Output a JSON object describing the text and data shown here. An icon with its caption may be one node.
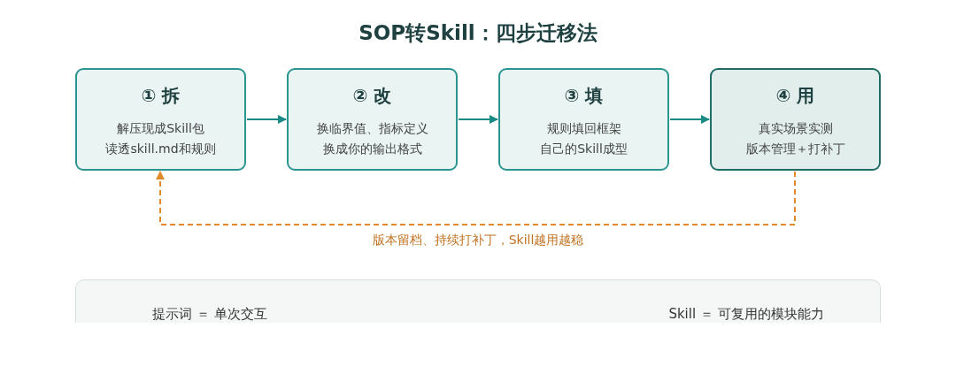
{
  "diagram": {
    "title": "SOP转Skill：四步迁移法",
    "nodes": [
      {
        "text": [
          "① 拆",
          "解压现成Skill包读透skill.md和规则"
        ]
      },
      {
        "text": [
          "② 改",
          "换临界值、指标定义换成你的输出格式"
        ]
      },
      {
        "text": [
          "③ 填",
          "规则填回框架自己的Skill成型"
        ]
      },
      {
        "text": [
          "④ 用",
          "真实场景实测版本管理＋打补丁"
        ]
      }
    ],
    "edges": [
      {
        "from": 0,
        "to": 1,
        "arrow": "to"
      },
      {
        "from": 1,
        "to": 2,
        "arrow": "to"
      },
      {
        "from": 2,
        "to": 3,
        "arrow": "to"
      },
      {
        "from": 3,
        "to": 0,
        "arrow": "to",
        "style": "dashed",
        "color": "#e08a2a",
        "label": "版本留档、持续打补丁，Skill越用越稳"
      }
    ],
    "labels": [
      "提示词 ＝ 单次交互",
      "Skill ＝ 可复用的模块能力"
    ]
  }
}
